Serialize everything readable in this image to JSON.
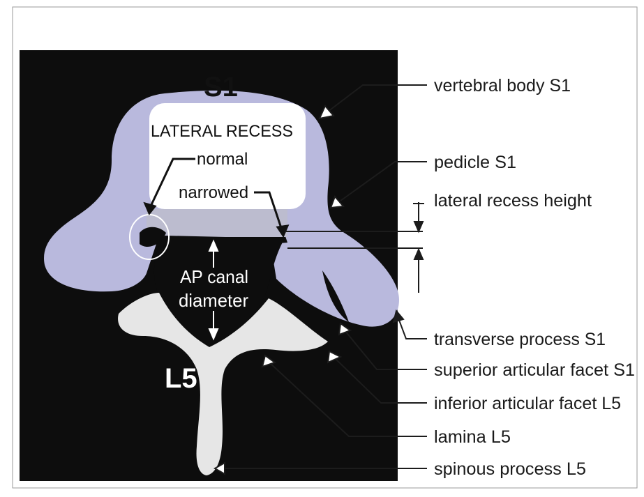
{
  "diagram": {
    "vertebra_labels": {
      "s1": "S1",
      "l5": "L5"
    },
    "recess": {
      "title": "LATERAL RECESS",
      "normal": "normal",
      "narrowed": "narrowed"
    },
    "canal": {
      "line1": "AP canal",
      "line2": "diameter"
    },
    "callouts": [
      "vertebral body S1",
      "pedicle S1",
      "lateral recess height",
      "transverse process S1",
      "superior articular facet S1",
      "inferior articular facet L5",
      "lamina L5",
      "spinous process L5"
    ],
    "colors": {
      "background": "#0d0d0d",
      "vertebral_body_s1": "#b9b9dd",
      "inner_box": "#ffffff",
      "l5_bone": "#e6e6e6",
      "pedicle": "#bcbccf",
      "lines": "#1c1c1c"
    }
  }
}
